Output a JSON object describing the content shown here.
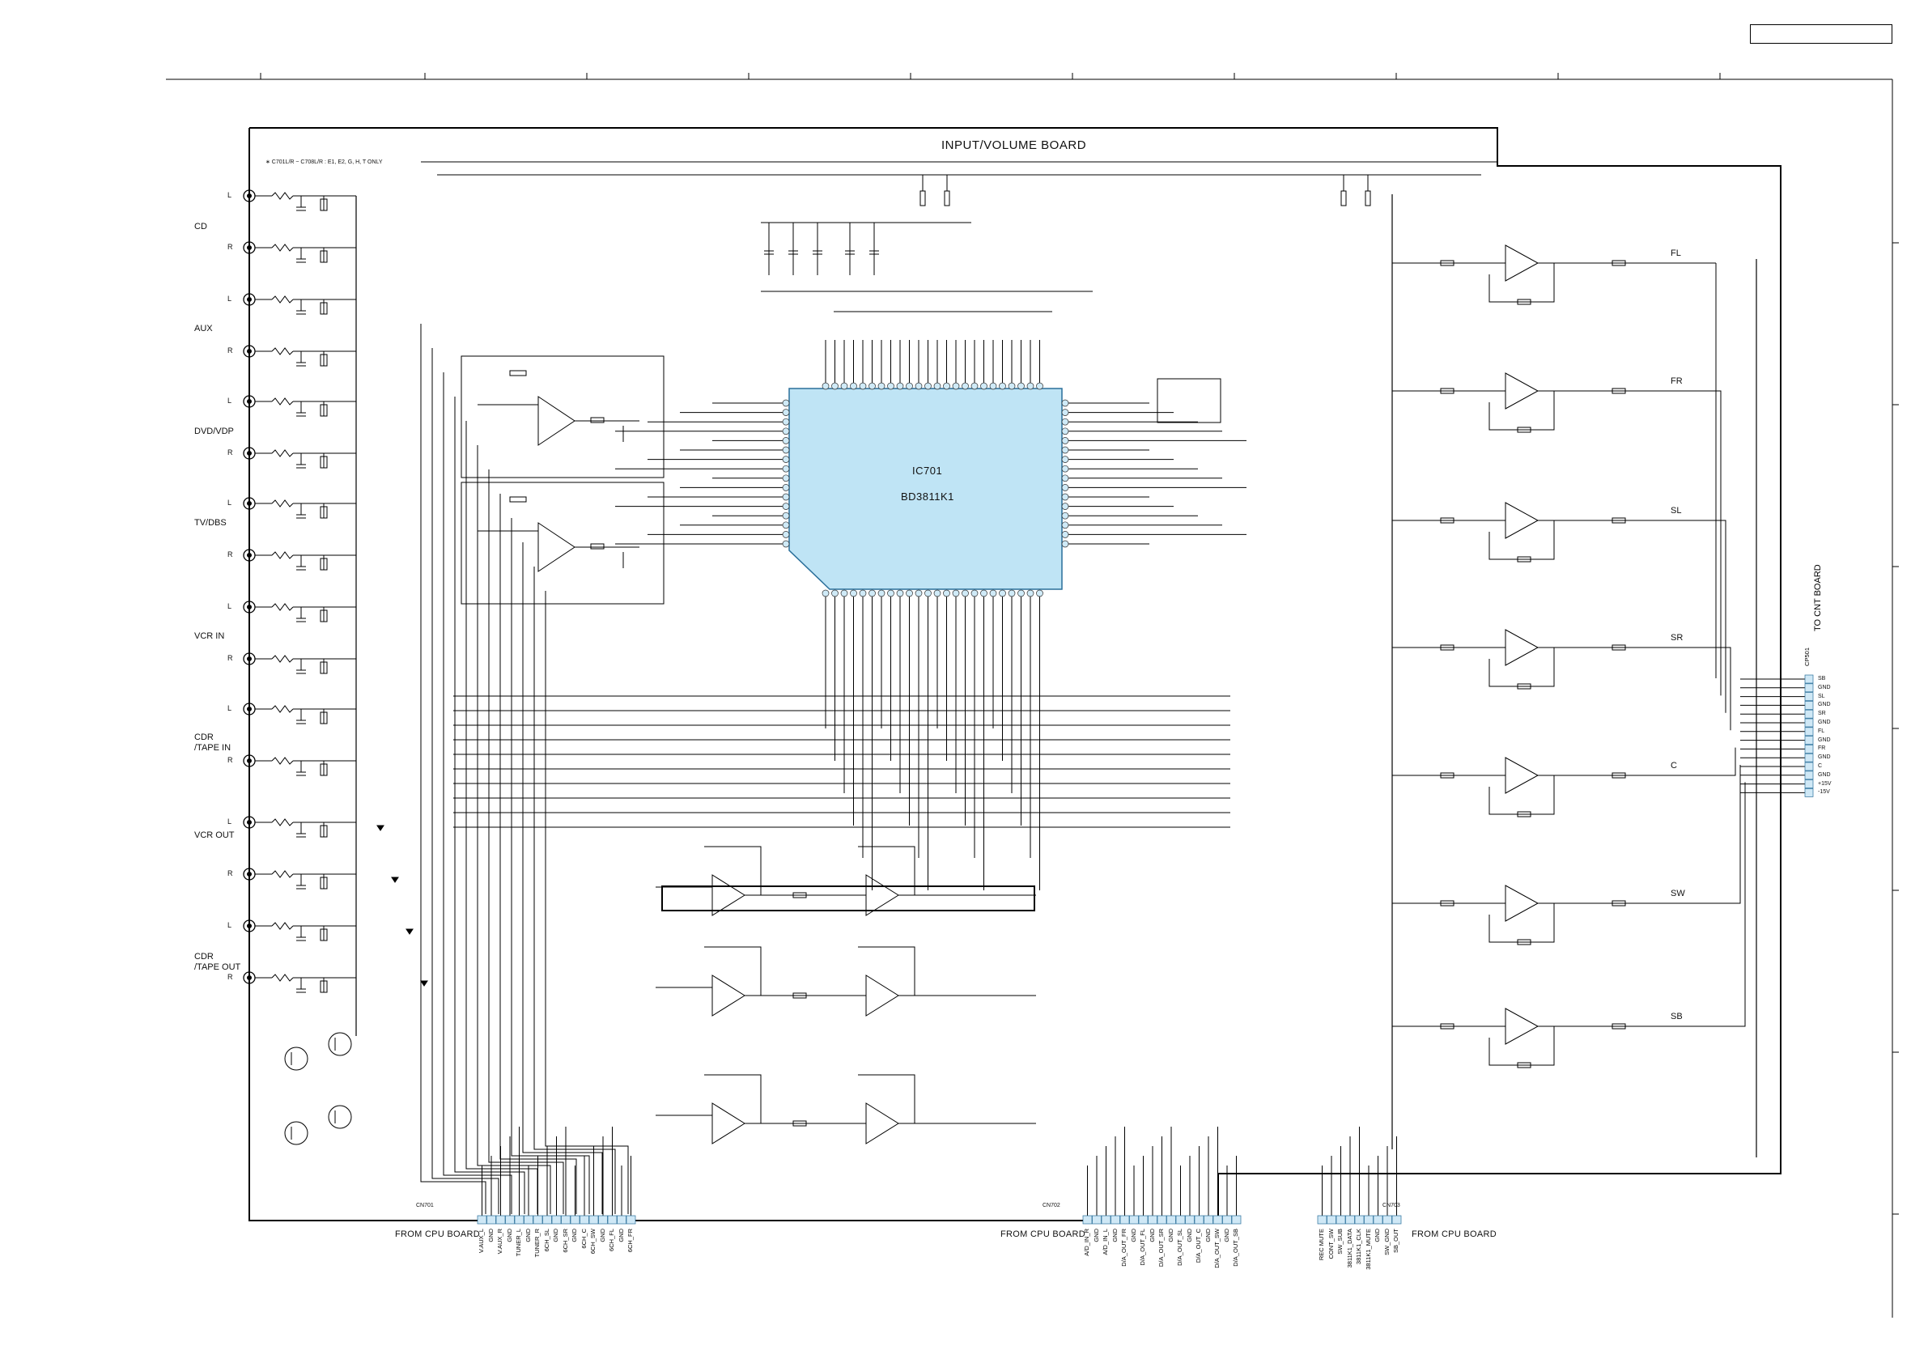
{
  "board": {
    "title": "INPUT/VOLUME BOARD",
    "note": "∗ C701L/R ~ C708L/R : E1, E2, G, H, T ONLY"
  },
  "inputs": [
    {
      "name": "CD"
    },
    {
      "name": "AUX"
    },
    {
      "name": "DVD/VDP"
    },
    {
      "name": "TV/DBS"
    },
    {
      "name": "VCR IN"
    },
    {
      "name": "CDR\n/TAPE IN"
    },
    {
      "name": "VCR OUT"
    },
    {
      "name": "CDR\n/TAPE OUT"
    }
  ],
  "lr_labels": {
    "left": "L",
    "right": "R"
  },
  "ic_main": {
    "ref": "IC701",
    "part": "BD3811K1"
  },
  "outputs": [
    "FL",
    "FR",
    "SL",
    "SR",
    "C",
    "SW",
    "SB"
  ],
  "to_cnt_board": {
    "label": "TO CNT BOARD",
    "connector": "CP501",
    "pins": [
      "SB",
      "GND",
      "SL",
      "GND",
      "SR",
      "GND",
      "FL",
      "GND",
      "FR",
      "GND",
      "C",
      "GND",
      "+15V",
      "-15V"
    ]
  },
  "connectors": [
    {
      "name": "CN701",
      "label": "FROM CPU BOARD",
      "signals": [
        "V.AUX_L",
        "GND",
        "V.AUX_R",
        "GND",
        "TUNER_L",
        "GND",
        "TUNER_R",
        "6CH_SL",
        "GND",
        "6CH_SR",
        "GND",
        "6CH_C",
        "6CH_SW",
        "GND",
        "6CH_FL",
        "GND",
        "6CH_FR"
      ]
    },
    {
      "name": "CN702",
      "label": "FROM CPU BOARD",
      "signals": [
        "A/D_IN_R",
        "GND",
        "A/D_IN_L",
        "GND",
        "D/A_OUT_FR",
        "GND",
        "D/A_OUT_FL",
        "GND",
        "D/A_OUT_SR",
        "GND",
        "D/A_OUT_SL",
        "GND",
        "D/A_OUT_C",
        "GND",
        "D/A_OUT_SW",
        "GND",
        "D/A_OUT_SB"
      ]
    },
    {
      "name": "CN703",
      "label": "FROM CPU BOARD",
      "signals": [
        "REC MUTE",
        "CONT_SW",
        "SW_SUB",
        "3811K1_DATA",
        "3811K1_CLK",
        "3811K1_MUTE",
        "GND",
        "SW_GND",
        "SB_OUT"
      ]
    }
  ]
}
